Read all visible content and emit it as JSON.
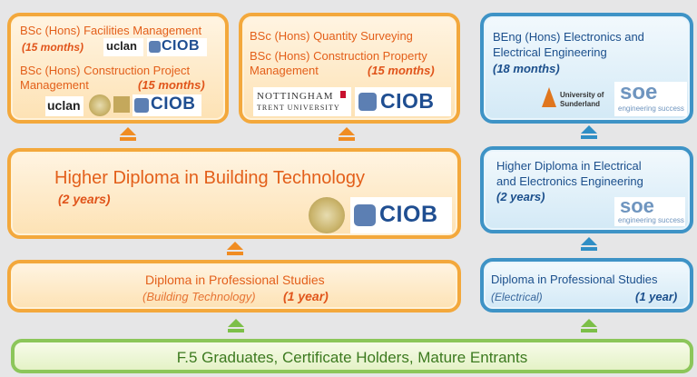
{
  "top_left": {
    "line1": "BSc (Hons) Facilities Management",
    "dur1": "(15 months)",
    "line2a": "BSc (Hons) Construction Project",
    "line2b": "Management",
    "dur2": "(15 months)",
    "logo_uclan": "uclan",
    "logo_ciob": "CIOB"
  },
  "top_middle": {
    "line1": "BSc (Hons) Quantity Surveying",
    "line2a": "BSc (Hons) Construction Property",
    "line2b": "Management",
    "dur": "(15 months)",
    "ntu_line1": "NOTTINGHAM",
    "ntu_line2": "TRENT UNIVERSITY",
    "logo_ciob": "CIOB"
  },
  "top_right": {
    "line1": "BEng (Hons) Electronics and",
    "line2": "Electrical Engineering",
    "dur": "(18 months)",
    "sunderland_line1": "University of",
    "sunderland_line2": "Sunderland",
    "soe": "soe",
    "soe_tag": "engineering success"
  },
  "mid_left": {
    "title": "Higher Diploma in Building Technology",
    "dur": "(2 years)",
    "logo_ciob": "CIOB"
  },
  "mid_right": {
    "line1": "Higher Diploma in Electrical",
    "line2": "and Electronics Engineering",
    "dur": "(2 years)",
    "soe": "soe",
    "soe_tag": "engineering success"
  },
  "low_left": {
    "line1": "Diploma in Professional Studies",
    "sub": "(Building Technology)",
    "dur": "(1 year)"
  },
  "low_right": {
    "line1": "Diploma in Professional Studies",
    "sub": "(Electrical)",
    "dur": "(1 year)"
  },
  "base": {
    "label": "F.5 Graduates, Certificate Holders, Mature Entrants"
  },
  "colors": {
    "orange_border": "#f3a83c",
    "blue_border": "#3e93c6",
    "green_border": "#8cc65a",
    "text_orange": "#e35f1a",
    "text_blue": "#1b4f8c",
    "ciob_blue": "#1f4e91"
  }
}
